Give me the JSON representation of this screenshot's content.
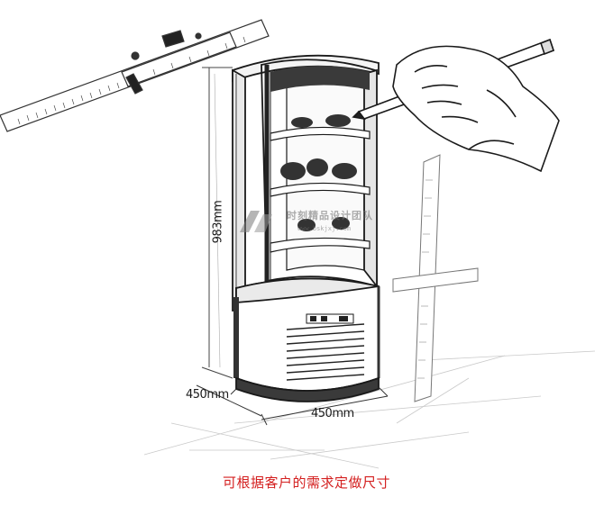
{
  "dimensions": {
    "height": "983mm",
    "depth": "450mm",
    "width": "450mm"
  },
  "caption": "可根据客户的需求定做尺寸",
  "watermark": {
    "text": "时刻精品设计团队",
    "url": "www.bskjxj.com"
  },
  "colors": {
    "caption": "#d42020",
    "line": "#1a1a1a",
    "sketch_grey": "#9a9a9a"
  },
  "icons": [
    "pencil-hand-icon",
    "caliper-ruler-icon",
    "t-square-ruler-icon"
  ]
}
